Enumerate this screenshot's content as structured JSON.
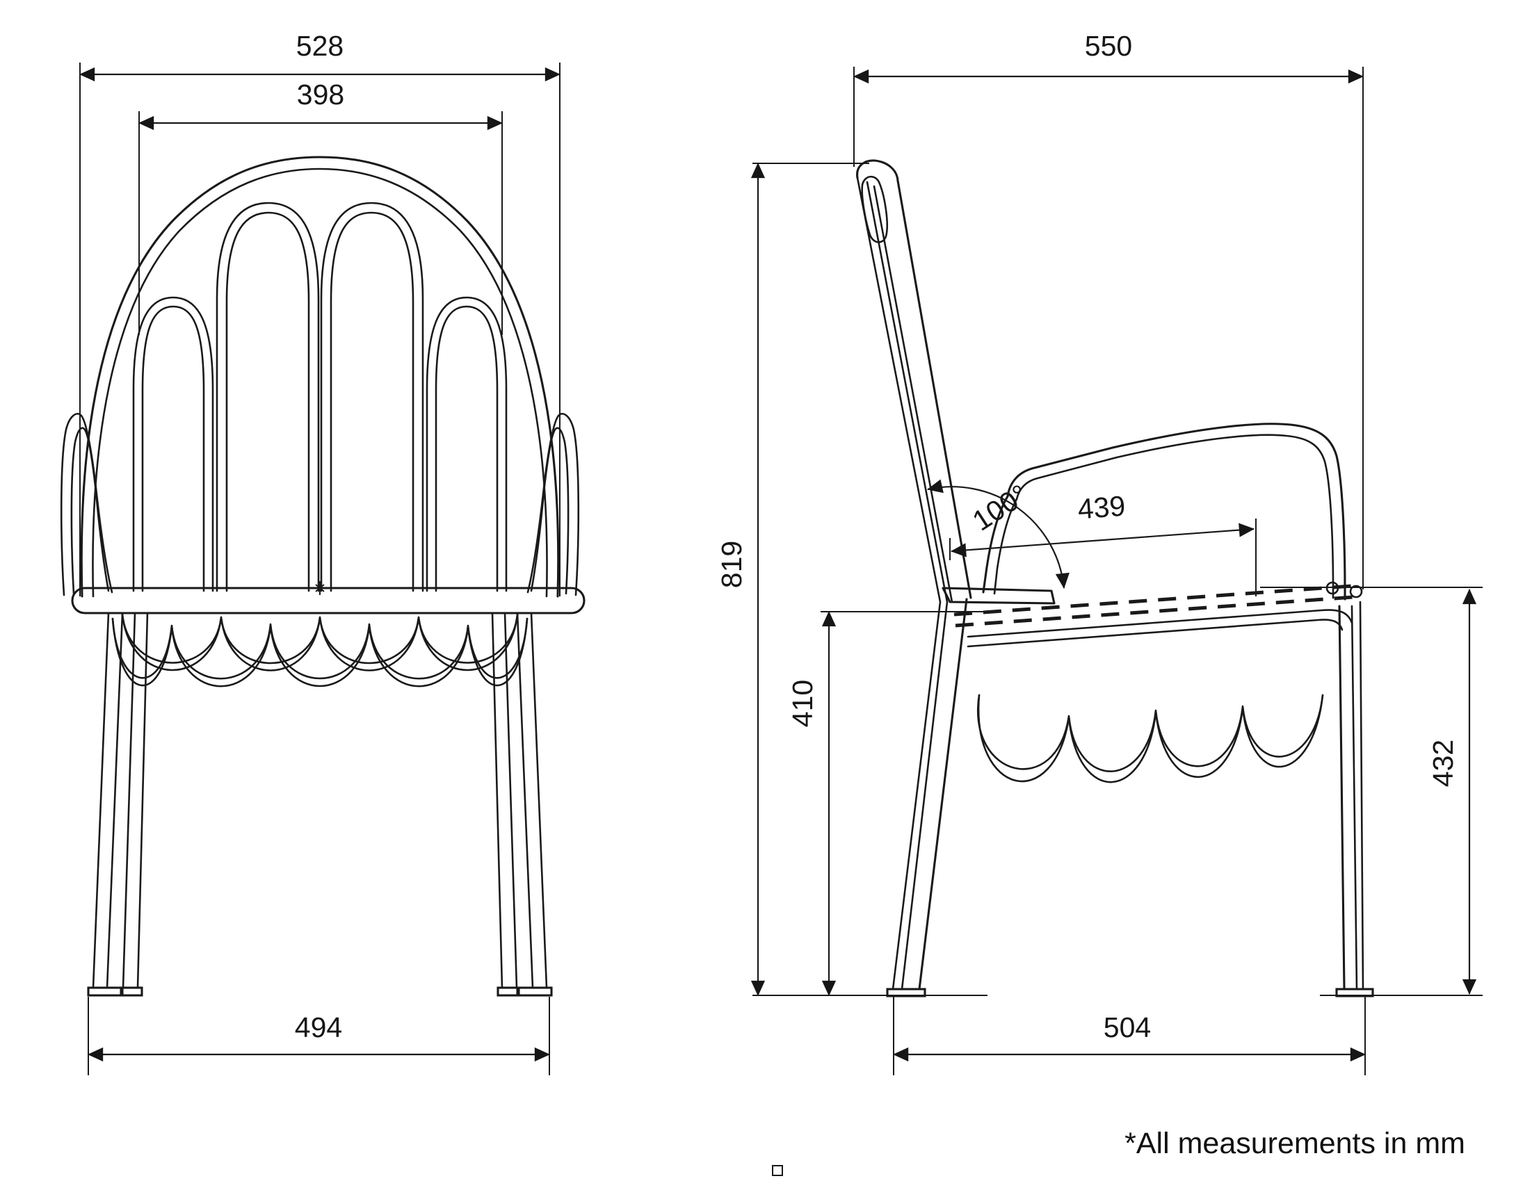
{
  "page": {
    "background": "#ffffff",
    "line_color": "#1a1a1a",
    "units": "mm"
  },
  "footnote": "*All measurements in mm",
  "front_view": {
    "name": "chair-front-elevation",
    "dims": {
      "overall_back_width": {
        "value": 528,
        "label": "528"
      },
      "inner_back_width": {
        "value": 398,
        "label": "398"
      },
      "feet_width": {
        "value": 494,
        "label": "494"
      }
    }
  },
  "side_view": {
    "name": "chair-side-elevation",
    "dims": {
      "overall_depth": {
        "value": 550,
        "label": "550"
      },
      "overall_height": {
        "value": 819,
        "label": "819"
      },
      "seat_height": {
        "value": 410,
        "label": "410"
      },
      "seat_depth": {
        "value": 439,
        "label": "439"
      },
      "back_angle": {
        "value": 100,
        "label": "100°"
      },
      "front_height": {
        "value": 432,
        "label": "432"
      },
      "feet_depth": {
        "value": 504,
        "label": "504"
      }
    }
  }
}
